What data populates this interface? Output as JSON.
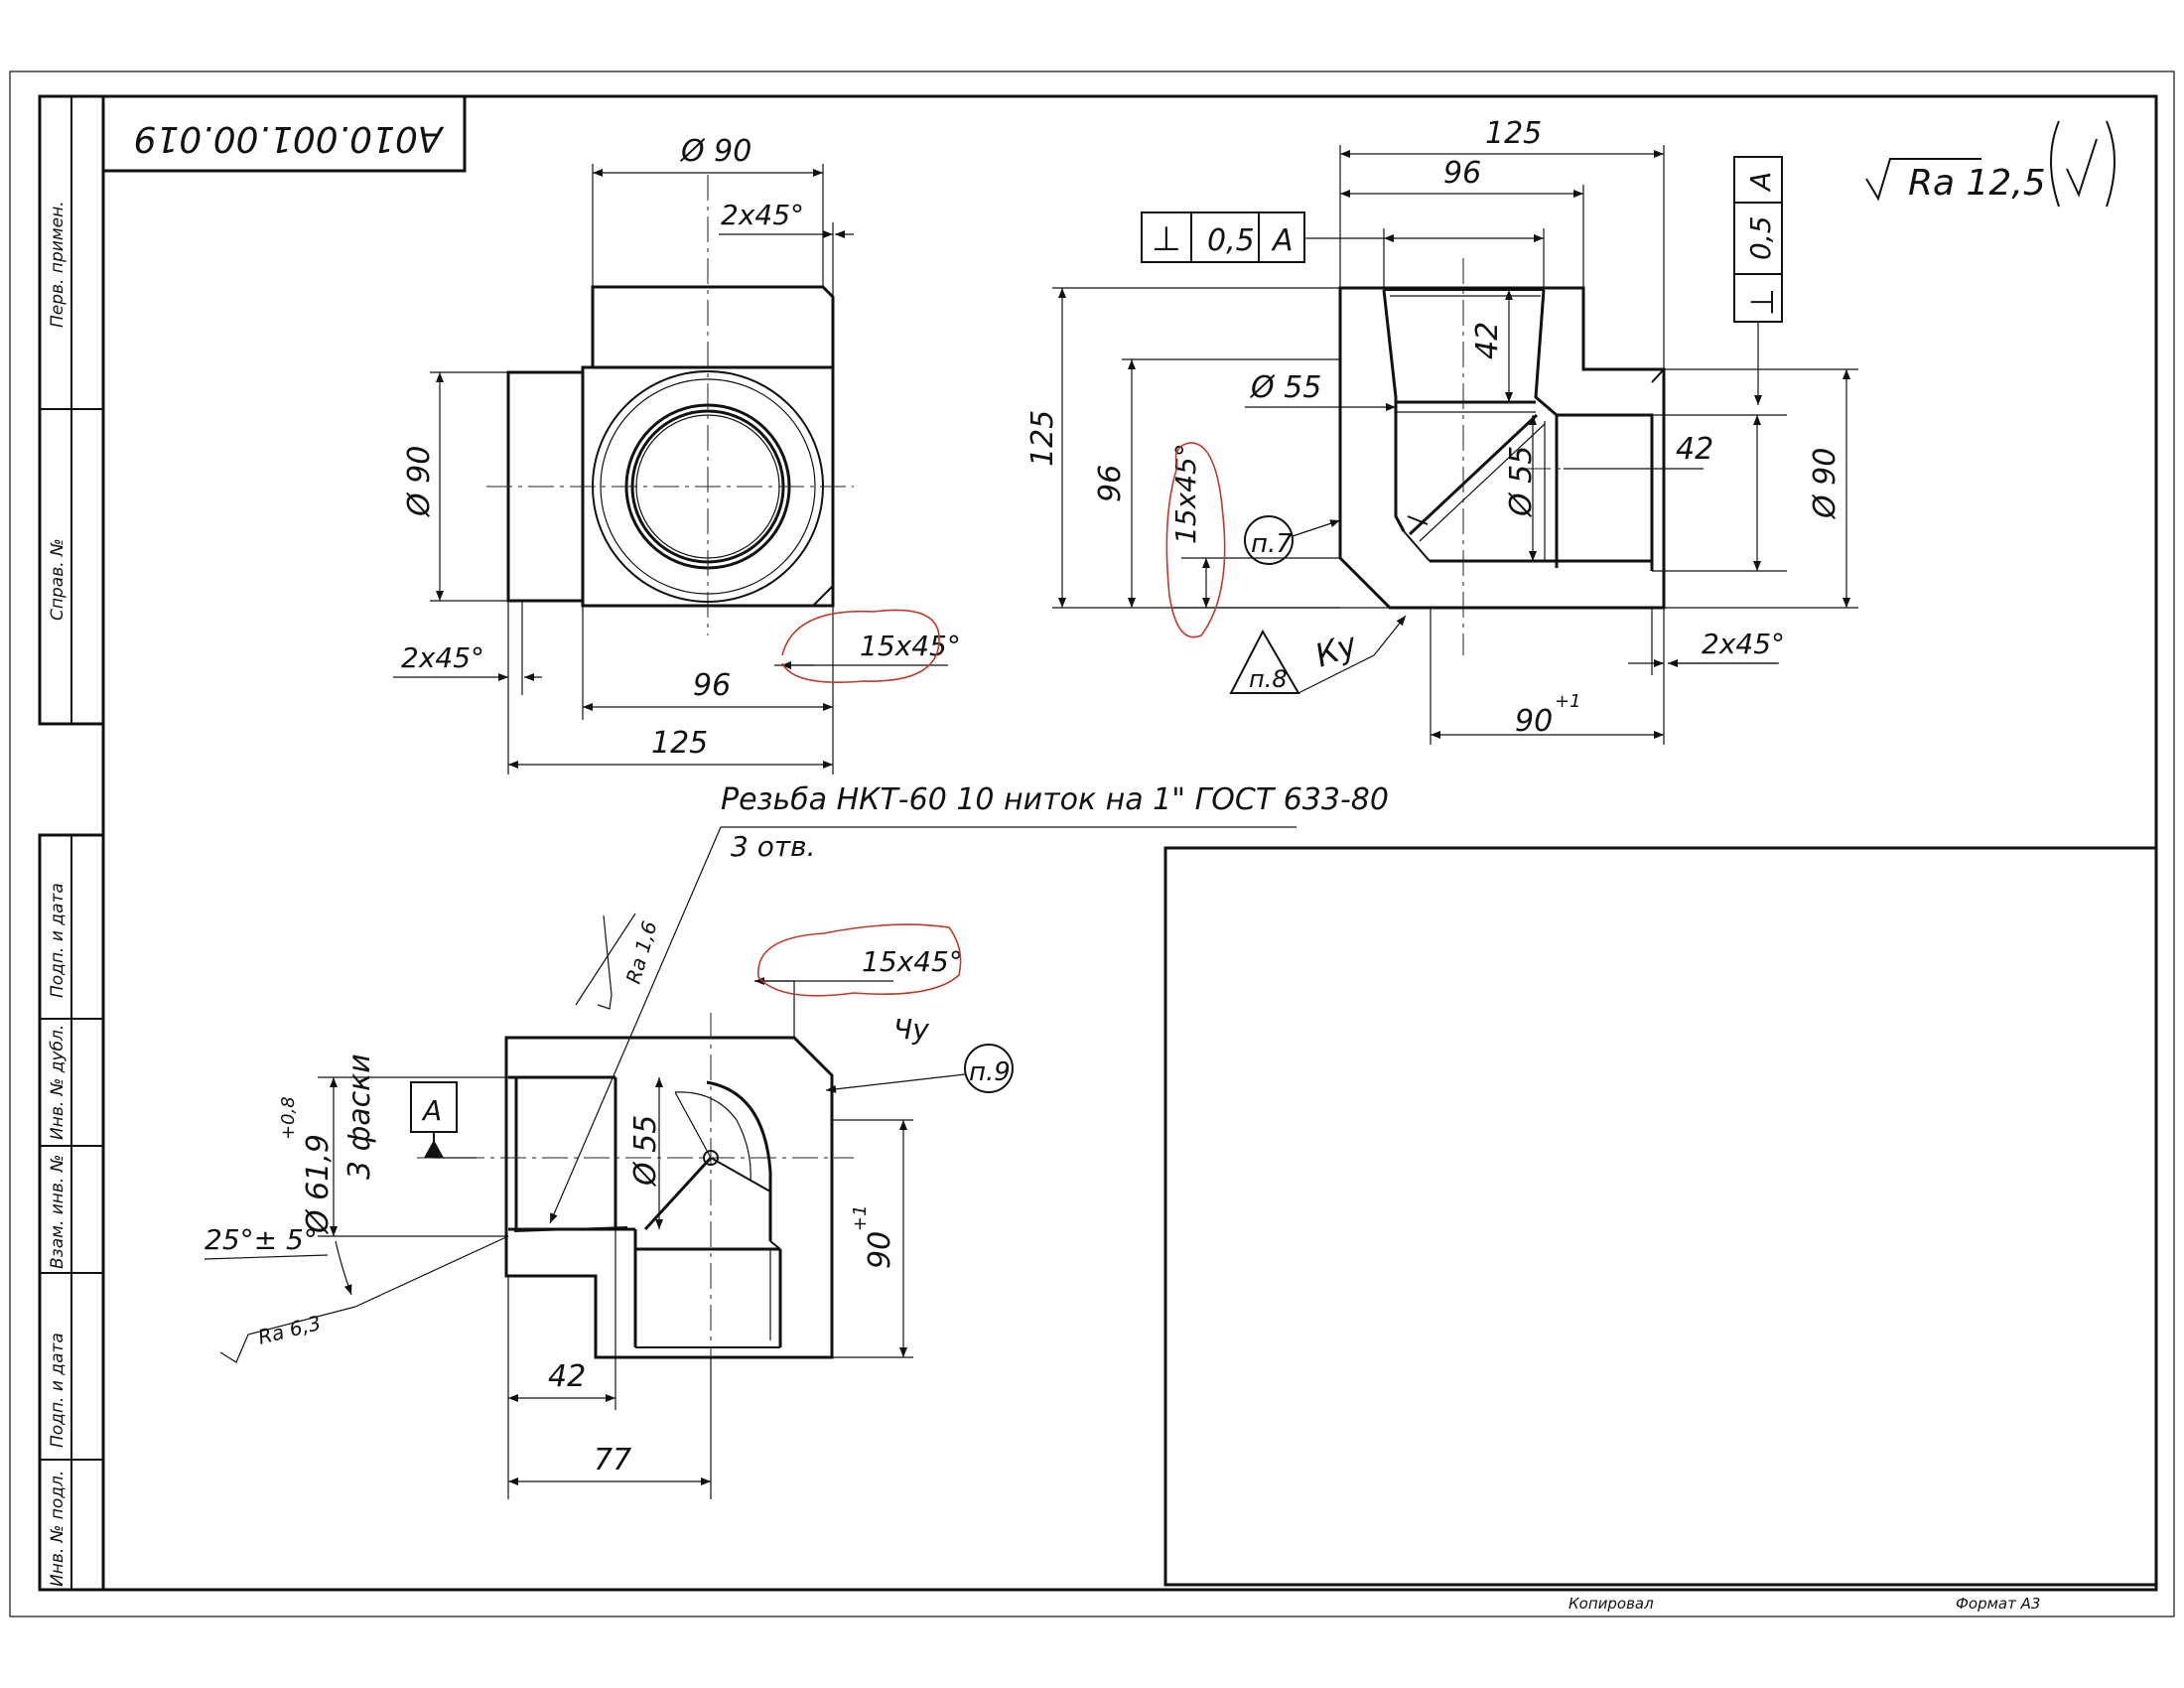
{
  "drawing": {
    "doc_code": "А010.001.00.019",
    "roughness_general": "Ra 12,5",
    "copied_label": "Копировал",
    "format_label": "Формат А3"
  },
  "side_stamp": {
    "perv_primen": "Перв. примен.",
    "sprav_no": "Справ. №",
    "podp_data_1": "Подп. и дата",
    "inv_dubl": "Инв. № дубл.",
    "vzam_inv": "Взам. инв. №",
    "podp_data_2": "Подп. и дата",
    "inv_podl": "Инв. № подл."
  },
  "view_front": {
    "dim_d90_top": "Ø 90",
    "dim_chamfer_top": "2x45°",
    "dim_d90_left": "Ø 90",
    "dim_chamfer_left": "2x45°",
    "dim_chamfer_15": "15x45°",
    "dim_96": "96",
    "dim_125": "125"
  },
  "view_side": {
    "dim_125_top": "125",
    "dim_96_top": "96",
    "tol_frame_left": {
      "symbol": "⊥",
      "value": "0,5",
      "datum": "A"
    },
    "tol_frame_right": {
      "symbol": "⊥",
      "value": "0,5",
      "datum": "A"
    },
    "dim_42_top": "42",
    "dim_d55_top": "Ø 55",
    "dim_d55_mid": "Ø 55",
    "dim_42_right": "42",
    "dim_d90_right": "Ø 90",
    "dim_125_left": "125",
    "dim_96_left": "96",
    "dim_chamfer_15": "15x45°",
    "note_p7": "п.7",
    "note_p8": "п.8",
    "note_ku": "Ку",
    "dim_chamfer_bottom": "2x45°",
    "dim_90_bottom": "90",
    "dim_90_tol": "+1"
  },
  "view_section": {
    "thread_note": "Резьба НКТ-60 10 ниток на 1\" ГОСТ 633-80",
    "holes_note": "3 отв.",
    "ra_16": "Ra 1,6",
    "dim_chamfer_15": "15x45°",
    "note_chu": "Чу",
    "note_p9": "п.9",
    "datum_a": "A",
    "dim_d619": "Ø 61,9",
    "dim_d619_tol": "+0,8",
    "chamfers_note": "3 фаски",
    "dim_d55": "Ø 55",
    "angle_25": "25°± 5°",
    "ra_63": "Ra 6,3",
    "dim_90": "90",
    "dim_90_tol": "+1",
    "dim_42": "42",
    "dim_77": "77"
  },
  "colors": {
    "line": "#111111",
    "markup_red": "#c0392b",
    "paper": "#ffffff"
  }
}
